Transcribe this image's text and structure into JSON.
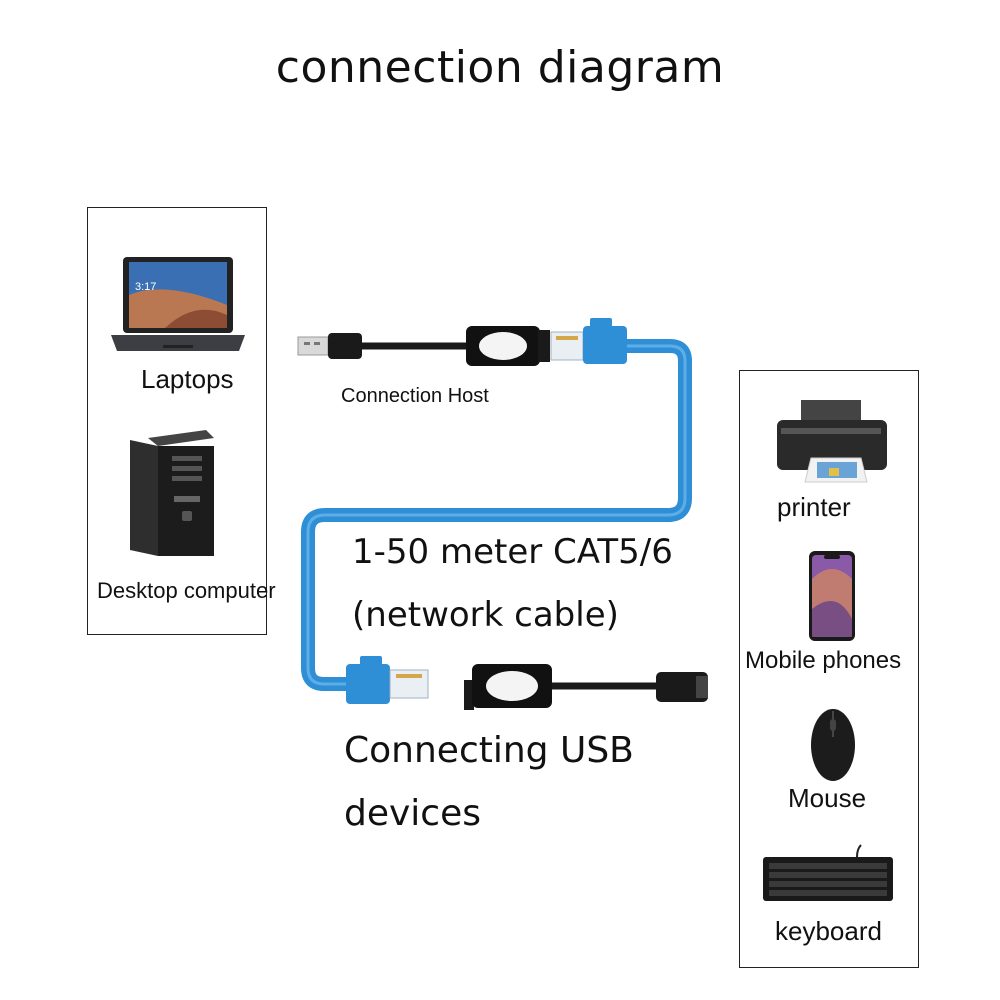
{
  "title": "connection diagram",
  "host_devices": {
    "laptop_label": "Laptops",
    "desktop_label": "Desktop computer",
    "laptop_screen_time": "3:17"
  },
  "connection_host_label": "Connection Host",
  "cable_label_line1": "1-50 meter CAT5/6",
  "cable_label_line2": "(network cable)",
  "usb_devices_label_line1": "Connecting USB",
  "usb_devices_label_line2": "devices",
  "usb_devices": {
    "printer": "printer",
    "mobile": "Mobile phones",
    "mouse": "Mouse",
    "keyboard": "keyboard"
  },
  "colors": {
    "cable_blue": "#2f8fd6",
    "connector_black": "#1a1a1a"
  }
}
